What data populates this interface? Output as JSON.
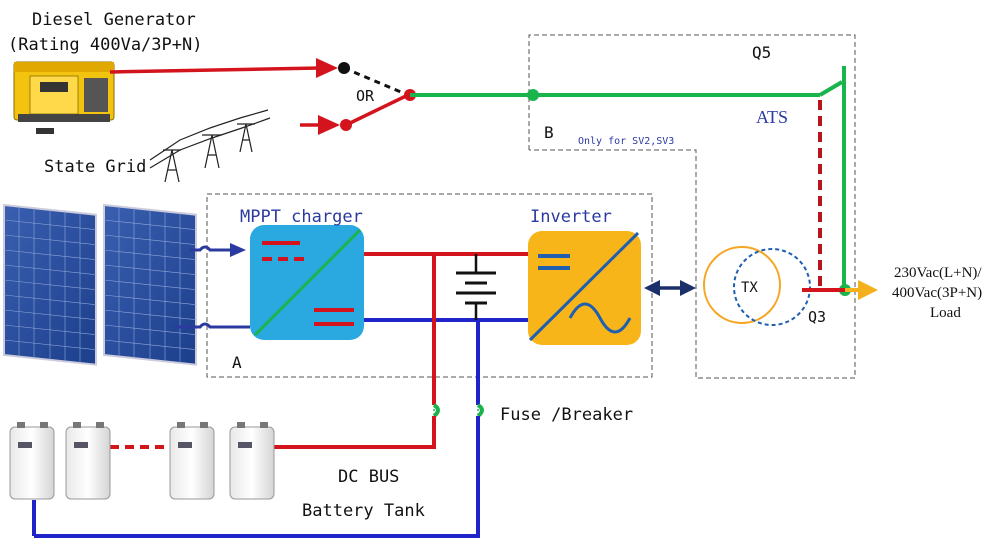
{
  "labels": {
    "generator_title": "Diesel Generator",
    "generator_rating": "(Rating 400Va/3P+N)",
    "or_label": "OR",
    "state_grid": "State Grid",
    "q5": "Q5",
    "ats": "ATS",
    "b": "B",
    "b_note": "Only for SV2,SV3",
    "mppt_charger": "MPPT charger",
    "inverter": "Inverter",
    "tx": "TX",
    "q3": "Q3",
    "a": "A",
    "fuse_breaker": "Fuse /Breaker",
    "dc_bus": "DC BUS",
    "battery_tank": "Battery Tank",
    "load_line1": "230Vac(L+N)/",
    "load_line2": "400Vac(3P+N)",
    "load_line3": "Load"
  },
  "colors": {
    "red_wire": "#d4141c",
    "blue_wire": "#1e24c8",
    "green_wire": "#19b44b",
    "label_blue": "#2a3aa0",
    "converter_fill": "#29a9e0",
    "inverter_fill": "#f7b51a",
    "dashed_box": "#555555",
    "load_arrow": "#f5b01e"
  },
  "icons": [
    "diesel-generator-icon",
    "power-tower-icon",
    "solar-panel-icon",
    "battery-cell-icon",
    "dc-dc-converter-icon",
    "inverter-icon",
    "transformer-icon",
    "fuse-icon",
    "battery-symbol-icon"
  ]
}
